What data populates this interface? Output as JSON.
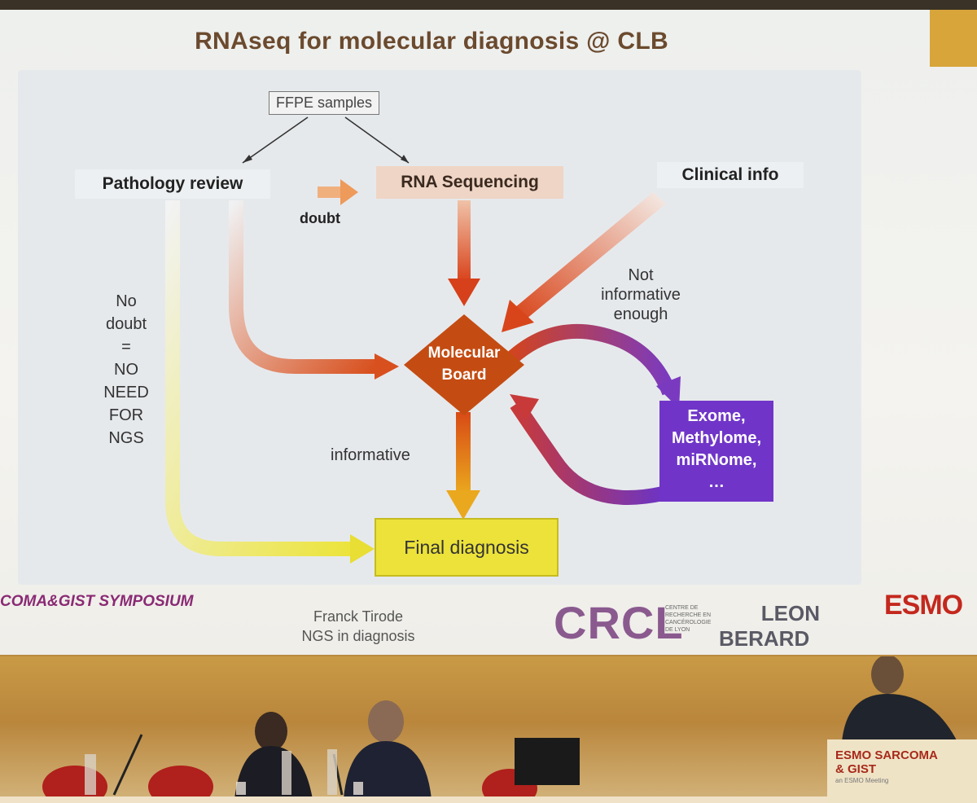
{
  "slide": {
    "title": "RNAseq for molecular diagnosis @ CLB",
    "ffpe": "FFPE samples",
    "pathology": "Pathology review",
    "rna_seq": "RNA Sequencing",
    "clinical": "Clinical info",
    "doubt": "doubt",
    "no_doubt_lines": [
      "No",
      "doubt",
      "=",
      "NO",
      "NEED",
      "FOR",
      "NGS"
    ],
    "not_informative_lines": [
      "Not",
      "informative",
      "enough"
    ],
    "board_lines": [
      "Molecular",
      "Board"
    ],
    "omics_lines": [
      "Exome,",
      "Methylome,",
      "miRNome,",
      "…"
    ],
    "informative": "informative",
    "final": "Final diagnosis"
  },
  "footer": {
    "symposium": "COMA&GIST SYMPOSIUM",
    "presenter_name": "Franck Tirode",
    "presenter_topic": "NGS in diagnosis",
    "crcl": "CRCL",
    "crcl_sub": "CENTRE DE RECHERCHE EN CANCÉROLOGIE DE LYON",
    "leon": "LEON",
    "berard": "BERARD",
    "esmo_logo": "ESMO"
  },
  "podium": {
    "line1": "ESMO SARCOMA",
    "line2": "& GIST",
    "sub": "an ESMO Meeting"
  },
  "colors": {
    "title": "#6b4a2e",
    "arrow_orange": "#e0541f",
    "board": "#c44c12",
    "omics": "#7035c8",
    "final": "#ece23a"
  }
}
